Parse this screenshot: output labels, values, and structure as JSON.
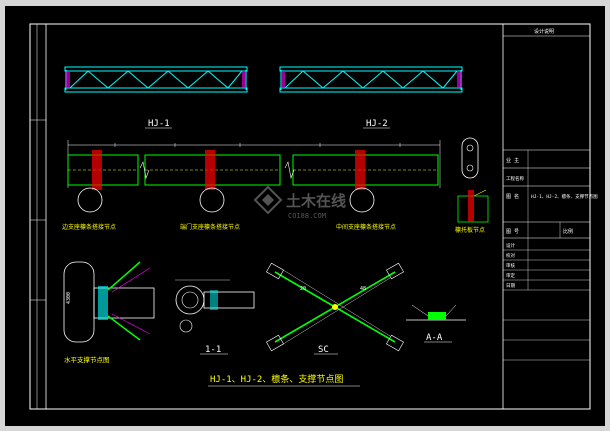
{
  "drawing": {
    "truss_labels": [
      "HJ-1",
      "HJ-2"
    ],
    "section_label": "1-1",
    "sc_label": "SC",
    "aa_label": "A-A",
    "main_title": "HJ-1、HJ-2、檩条、支撑节点图",
    "notes": {
      "edge_purlin": "边支座檩条搭接节点",
      "eave_purlin": "端门支座檩条搭接节点",
      "mid_purlin": "中间支座檩条搭接节点",
      "purlin_support": "檩托板节点",
      "horizontal_brace": "水平支撑节点图"
    },
    "dims": {
      "d1": "20",
      "d2": "48",
      "d3": "4300"
    }
  },
  "title_block": {
    "header": "设计说明",
    "rows": [
      "业 主",
      "工程名称",
      "图 名"
    ],
    "drawing_name": "HJ-1、HJ-2、檩条、支撑节点图",
    "drawing_no_label": "图 号",
    "scale_label": "比例",
    "sign_rows": [
      "设计",
      "校对",
      "审核",
      "审定",
      "日期"
    ]
  },
  "watermark": {
    "brand": "土木在线",
    "sub": "CO188.COM"
  },
  "colors": {
    "background": "#000000",
    "frame": "#ffffff",
    "truss": "#00ffff",
    "green": "#00ff00",
    "yellow": "#ffff00",
    "red": "#ff0000",
    "magenta": "#ff00ff"
  }
}
